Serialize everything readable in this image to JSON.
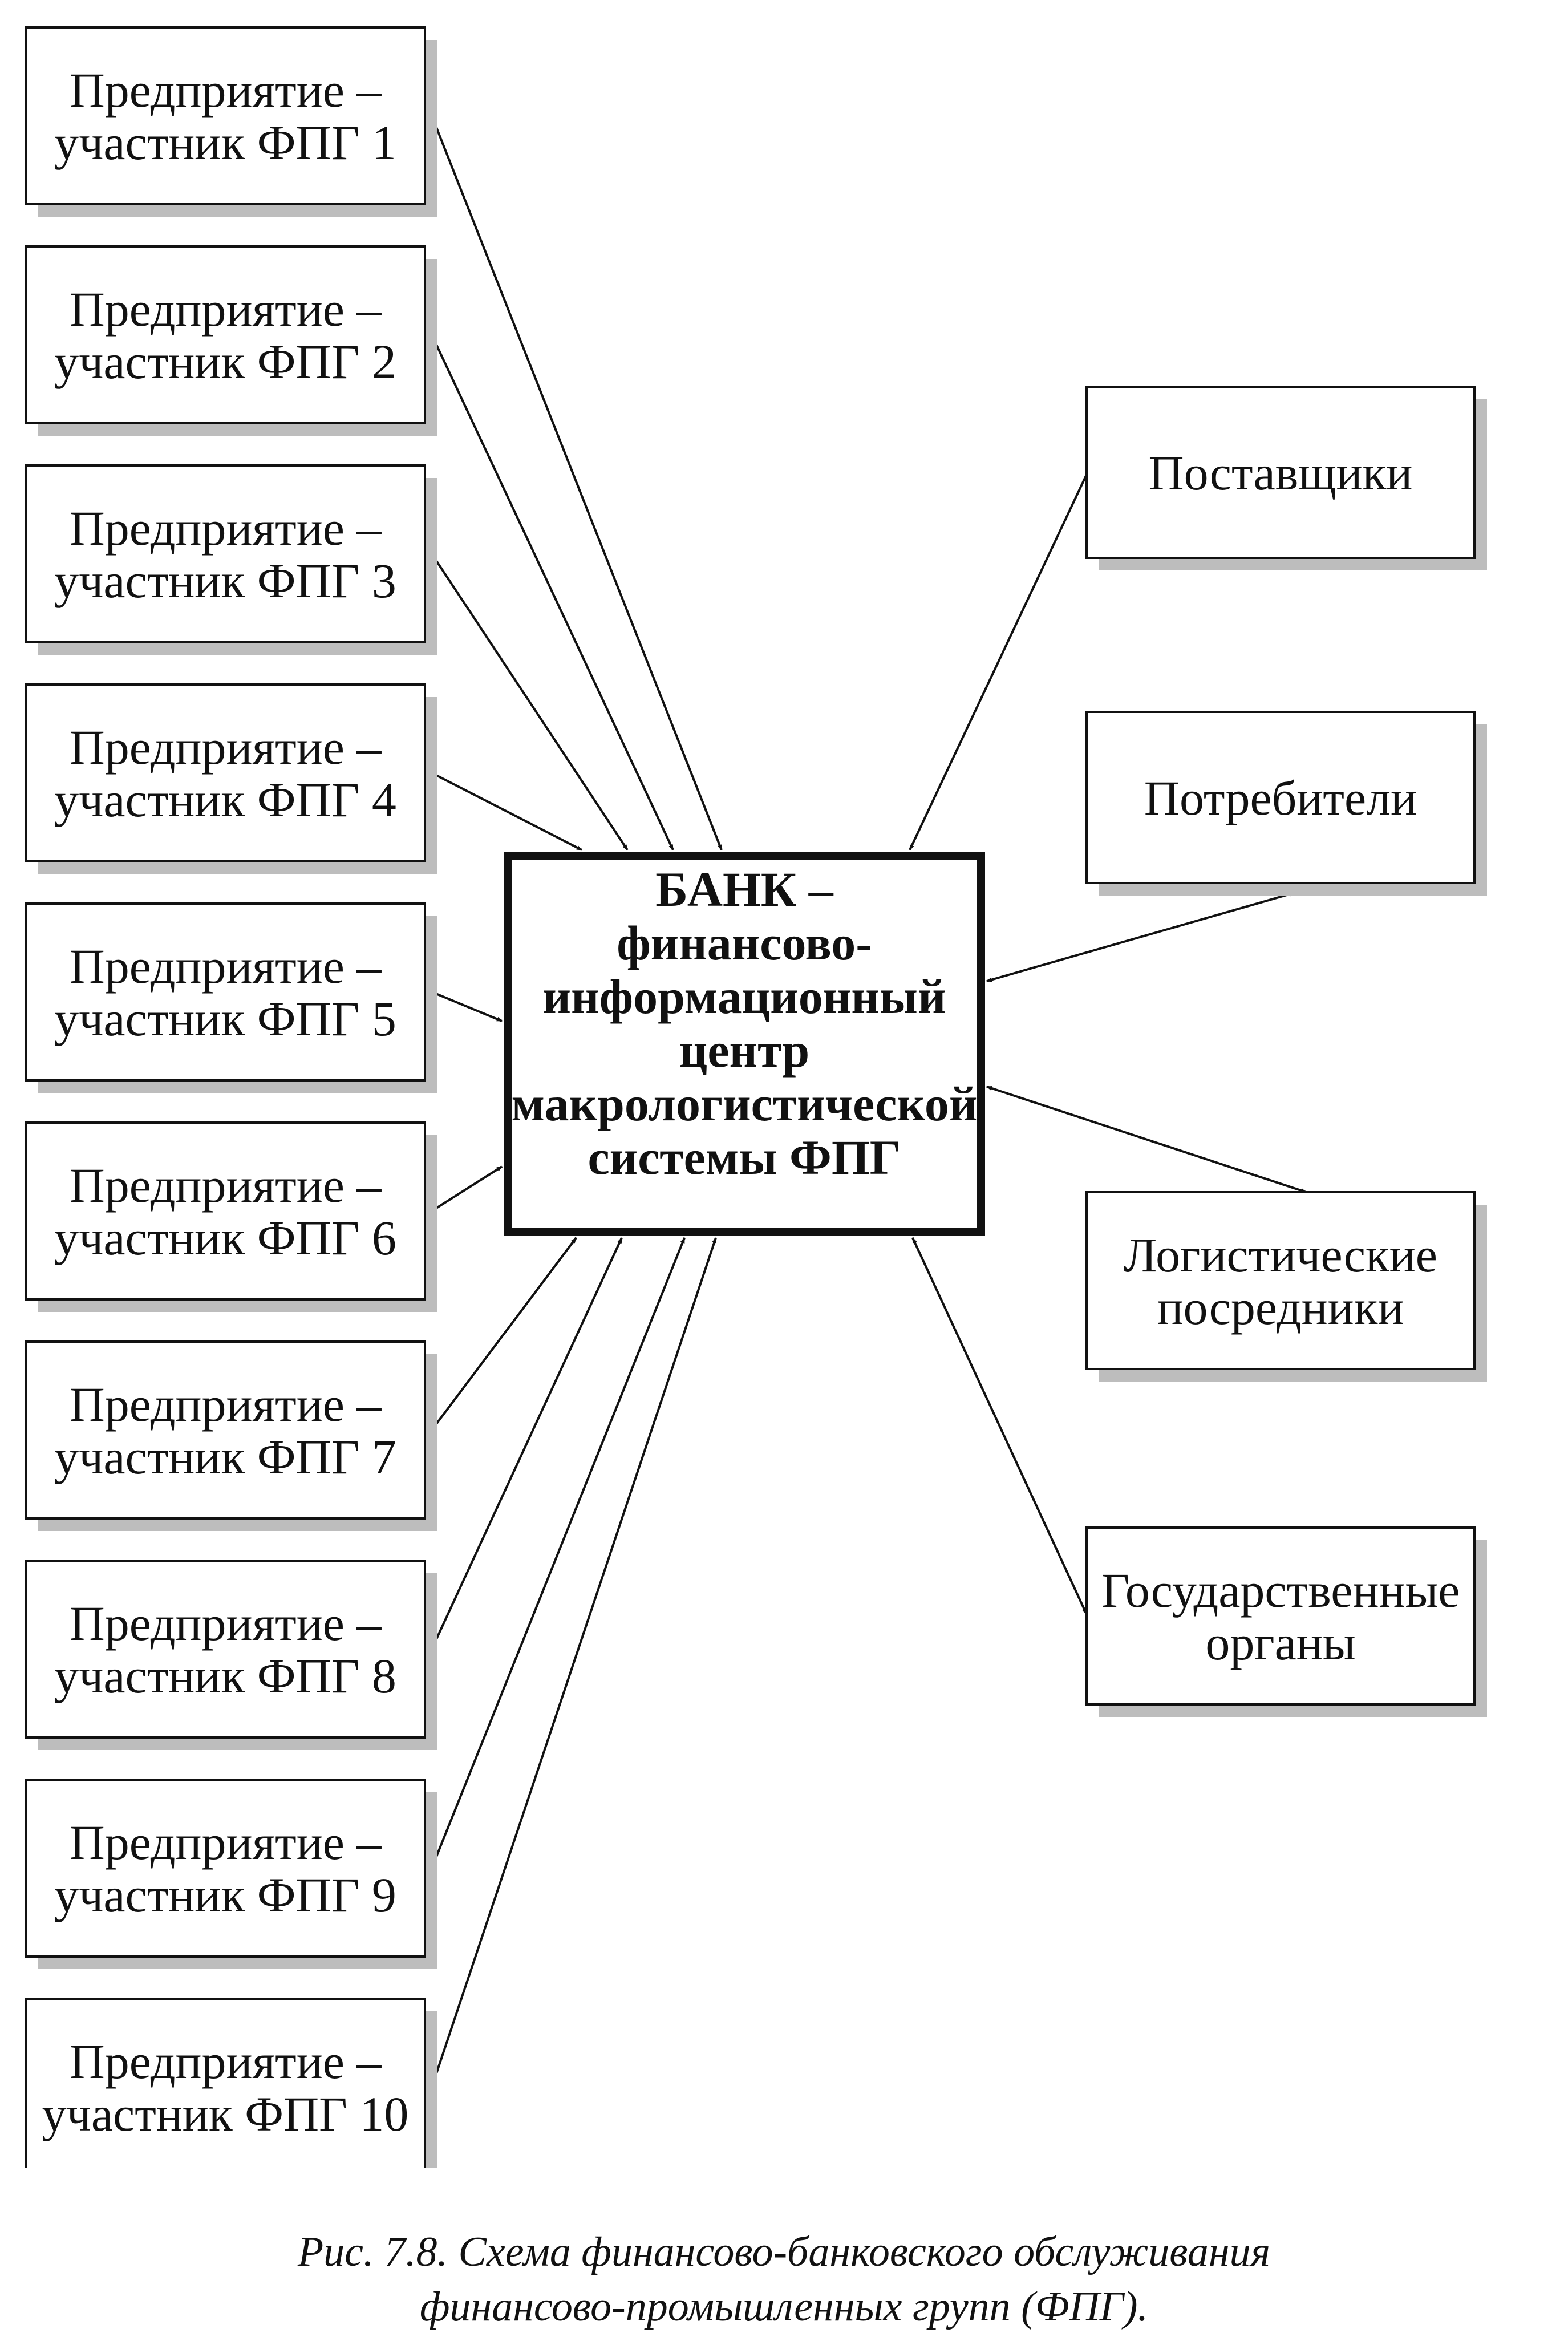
{
  "center": {
    "lines": [
      "БАНК –",
      "финансово-",
      "информационный",
      "центр",
      "макрологистической",
      "системы ФПГ"
    ]
  },
  "enterprises": [
    {
      "line1": "Предприятие –",
      "line2": "участник ФПГ 1"
    },
    {
      "line1": "Предприятие –",
      "line2": "участник ФПГ 2"
    },
    {
      "line1": "Предприятие –",
      "line2": "участник ФПГ 3"
    },
    {
      "line1": "Предприятие –",
      "line2": "участник ФПГ 4"
    },
    {
      "line1": "Предприятие –",
      "line2": "участник ФПГ 5"
    },
    {
      "line1": "Предприятие –",
      "line2": "участник ФПГ 6"
    },
    {
      "line1": "Предприятие –",
      "line2": "участник ФПГ 7"
    },
    {
      "line1": "Предприятие –",
      "line2": "участник ФПГ 8"
    },
    {
      "line1": "Предприятие –",
      "line2": "участник ФПГ 9"
    },
    {
      "line1": "Предприятие –",
      "line2": "участник ФПГ 10"
    }
  ],
  "partners": [
    {
      "lines": [
        "Поставщики"
      ]
    },
    {
      "lines": [
        "Потребители"
      ]
    },
    {
      "lines": [
        "Логистические",
        "посредники"
      ]
    },
    {
      "lines": [
        "Государственные",
        "органы"
      ]
    }
  ],
  "caption": {
    "line1": "Рис. 7.8. Схема финансово-банковского обслуживания",
    "line2": "финансово-промышленных групп (ФПГ)."
  },
  "colors": {
    "ink": "#111111",
    "shadow": "#bdbdbd",
    "background": "#ffffff"
  }
}
